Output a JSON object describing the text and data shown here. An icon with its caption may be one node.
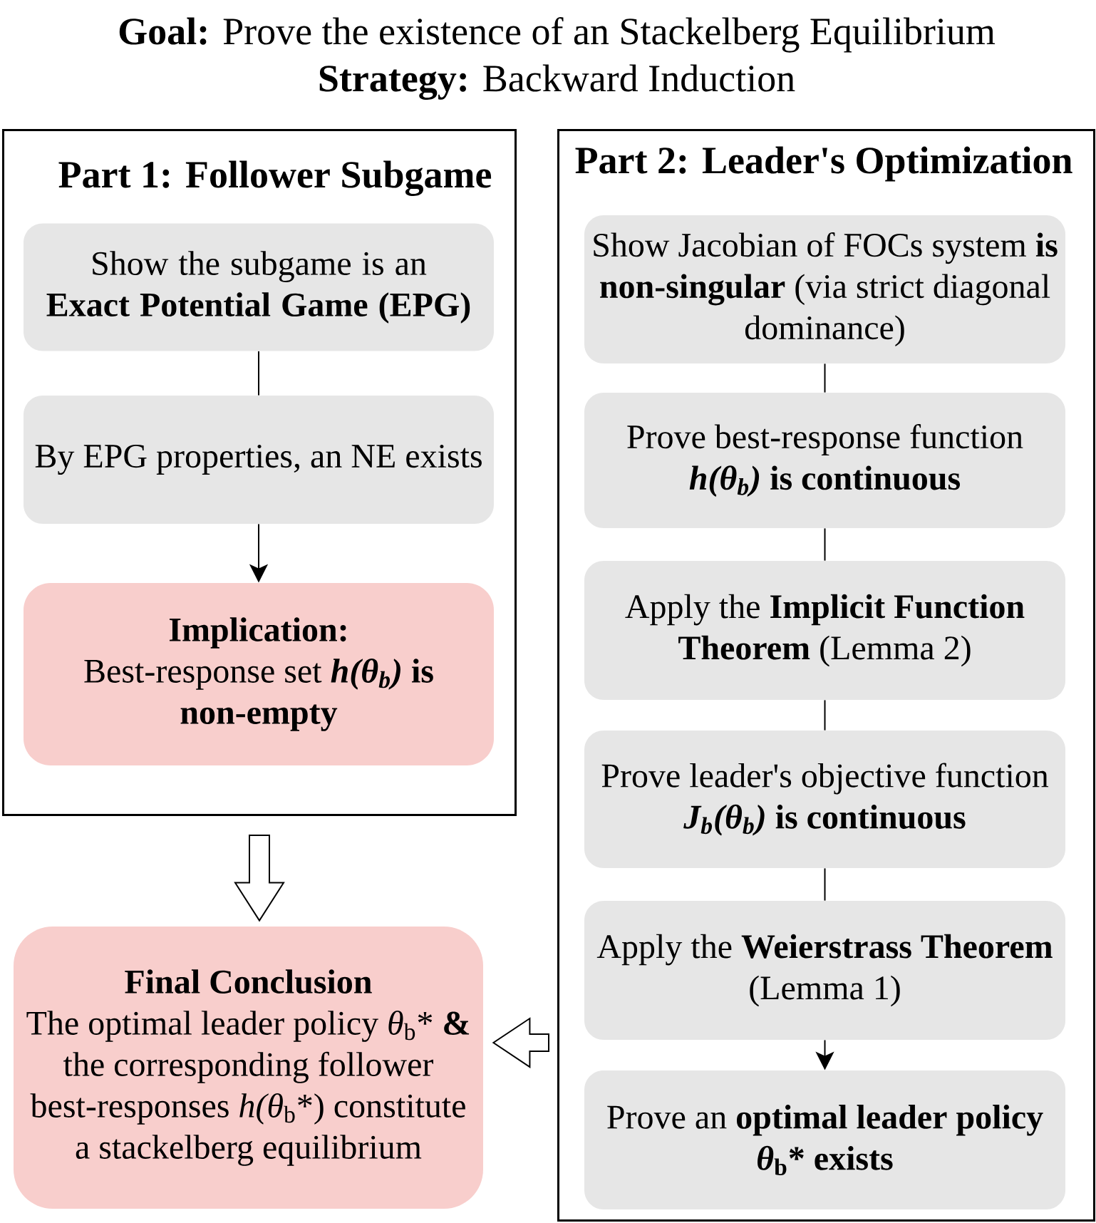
{
  "diagram": {
    "title": "**Goal:** Prove the existence of an Stackelberg Equilibrium",
    "nodes": [
      {
        "text": [
          "Part 1: Follower Subgame"
        ]
      },
      {
        "text": [
          "Show the subgame is an **Exact Potential Game (EPG)**"
        ],
        "in": 0
      },
      {
        "text": [
          "By EPG properties, an NE exists"
        ],
        "in": 0
      },
      {
        "text": [
          "Implication:",
          "Best-response set ***h(θ$_{b}$)* is non-empty**"
        ],
        "in": 0
      },
      {
        "text": [
          "Part 2: Leader's Optimization"
        ]
      },
      {
        "text": [
          "Show Jacobian of FOCs system **is non-singular** (via strict diagonal dominance)"
        ],
        "in": 4
      },
      {
        "text": [
          "Prove best-response function ***h(θ$_{b}$)* is continuous**"
        ],
        "in": 4
      },
      {
        "text": [
          "Apply the **Implicit Function Theorem** (Lemma 2)"
        ],
        "in": 4
      },
      {
        "text": [
          "Prove leader's objective function ***J$_{b}$(θ$_{b}$)* is continuous**"
        ],
        "in": 4
      },
      {
        "text": [
          "Apply the **Weierstrass Theorem** (Lemma 1)"
        ],
        "in": 4
      },
      {
        "text": [
          "Prove an **optimal leader policy *θ*$_{b}$* exists**"
        ],
        "in": 4
      },
      {
        "text": [
          "Final Conclusion",
          "The optimal leader policy *θ*$_{b}$* **&** the corresponding follower best-responses *h(θ*$_{b}$*) constitute a stackelberg equilibrium"
        ]
      }
    ],
    "edges": [
      {
        "from": 1,
        "to": 2,
        "arrow": "none"
      },
      {
        "from": 2,
        "to": 3,
        "arrow": "to"
      },
      {
        "from": 5,
        "to": 6,
        "arrow": "none"
      },
      {
        "from": 6,
        "to": 7,
        "arrow": "none"
      },
      {
        "from": 7,
        "to": 8,
        "arrow": "none"
      },
      {
        "from": 8,
        "to": 9,
        "arrow": "none"
      },
      {
        "from": 9,
        "to": 10,
        "arrow": "to"
      },
      {
        "from": 0,
        "to": 11,
        "arrow": "to"
      },
      {
        "from": 4,
        "to": 11,
        "arrow": "to"
      }
    ],
    "labels": [
      "**Strategy:** Backward Induction"
    ]
  }
}
